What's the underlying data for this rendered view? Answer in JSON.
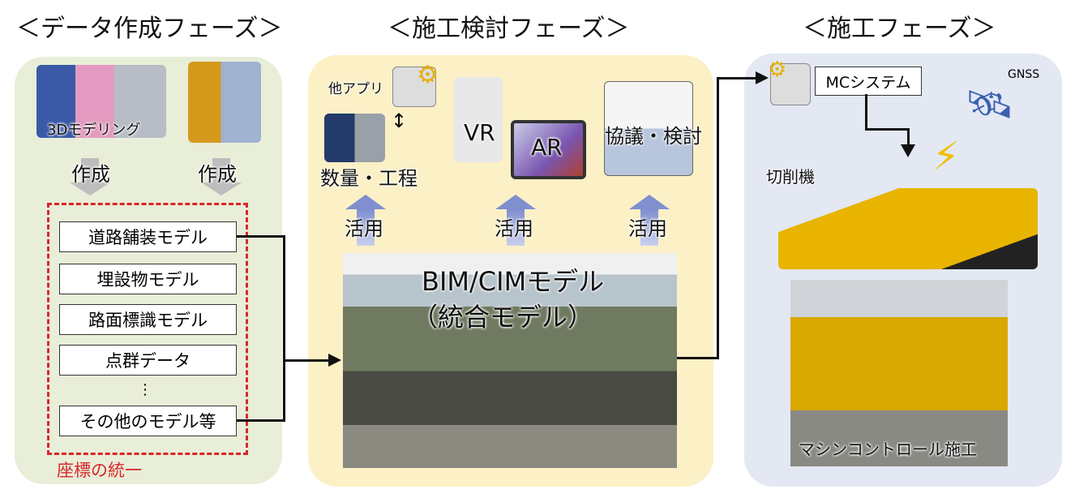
{
  "phases": {
    "data": {
      "title": "＜データ作成フェーズ＞",
      "modeling": "3Dモデリング",
      "create1": "作成",
      "create2": "作成",
      "models": [
        "道路舗装モデル",
        "埋設物モデル",
        "路面標識モデル",
        "点群データ",
        "その他のモデル等"
      ],
      "ellipsis": "⋮",
      "coord": "座標の統一"
    },
    "review": {
      "title": "＜施工検討フェーズ＞",
      "other_app": "他アプリ",
      "quantity": "数量・工程",
      "vr": "VR",
      "ar": "AR",
      "meeting": "協議・検討",
      "use": [
        "活用",
        "活用",
        "活用"
      ],
      "bim1": "BIM/CIMモデル",
      "bim2": "（統合モデル）"
    },
    "construction": {
      "title": "＜施工フェーズ＞",
      "mc": "MCシステム",
      "gnss": "GNSS",
      "cutter": "切削機",
      "machine": "マシンコントロール施工"
    }
  },
  "colors": {
    "green": "#e8eed8",
    "cream": "#fcf0c6",
    "blue": "#e3e8f3",
    "red": "#d9262a"
  }
}
